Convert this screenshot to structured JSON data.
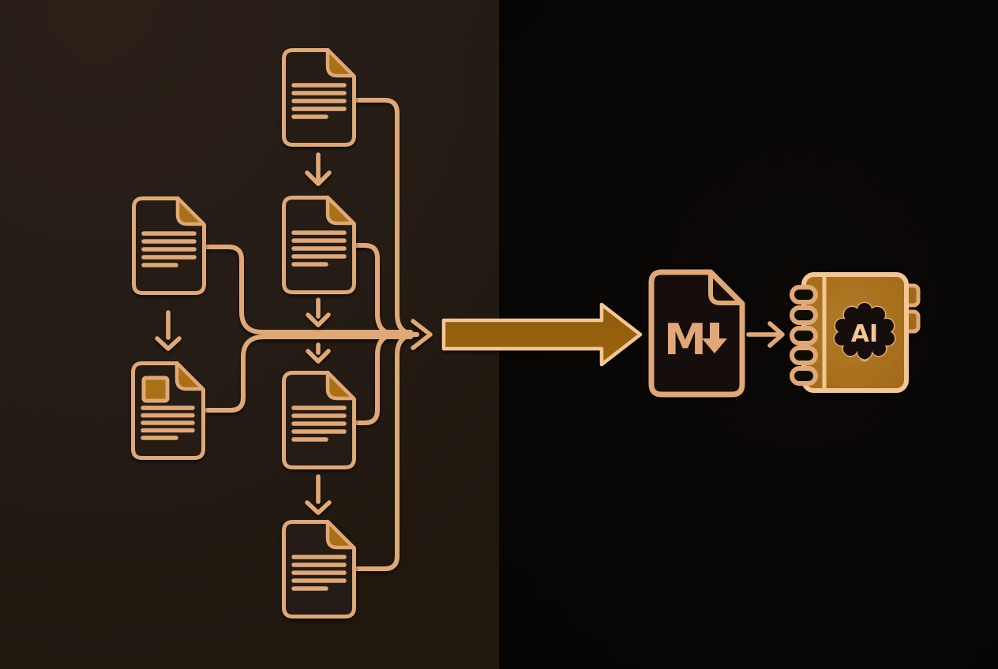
{
  "scene": {
    "name": "documents-to-markdown-ai-notebook-flow",
    "left_panel_description": "six document icons linked by connector lines merging into one arrow",
    "right_panel_description": "markdown file converted into AI notebook"
  },
  "markdown_icon": {
    "letter": "M",
    "name": "markdown-file-icon"
  },
  "ai_notebook": {
    "label": "AI",
    "name": "ai-notebook-icon"
  },
  "icons": [
    "document-icon",
    "document-icon",
    "document-icon",
    "document-icon",
    "document-icon",
    "image-document-icon",
    "down-arrow-icon",
    "merge-arrowhead-icon",
    "big-flow-arrow-icon",
    "markdown-file-icon",
    "right-arrow-icon",
    "ai-notebook-icon",
    "brain-icon"
  ],
  "colors": {
    "bg_left": "#251c16",
    "bg_right": "#070605",
    "line": "#e0a876",
    "line_bright": "#f2c795",
    "fold_fill": "#a96f15",
    "arrow_fill": "#9c660e",
    "arrow_fill_dark": "#8f5a0c",
    "notebook_fill": "#a0681a",
    "notebook_fill_light": "#b27b24",
    "dark_fill": "#16100b",
    "hole": "#0c0906"
  }
}
